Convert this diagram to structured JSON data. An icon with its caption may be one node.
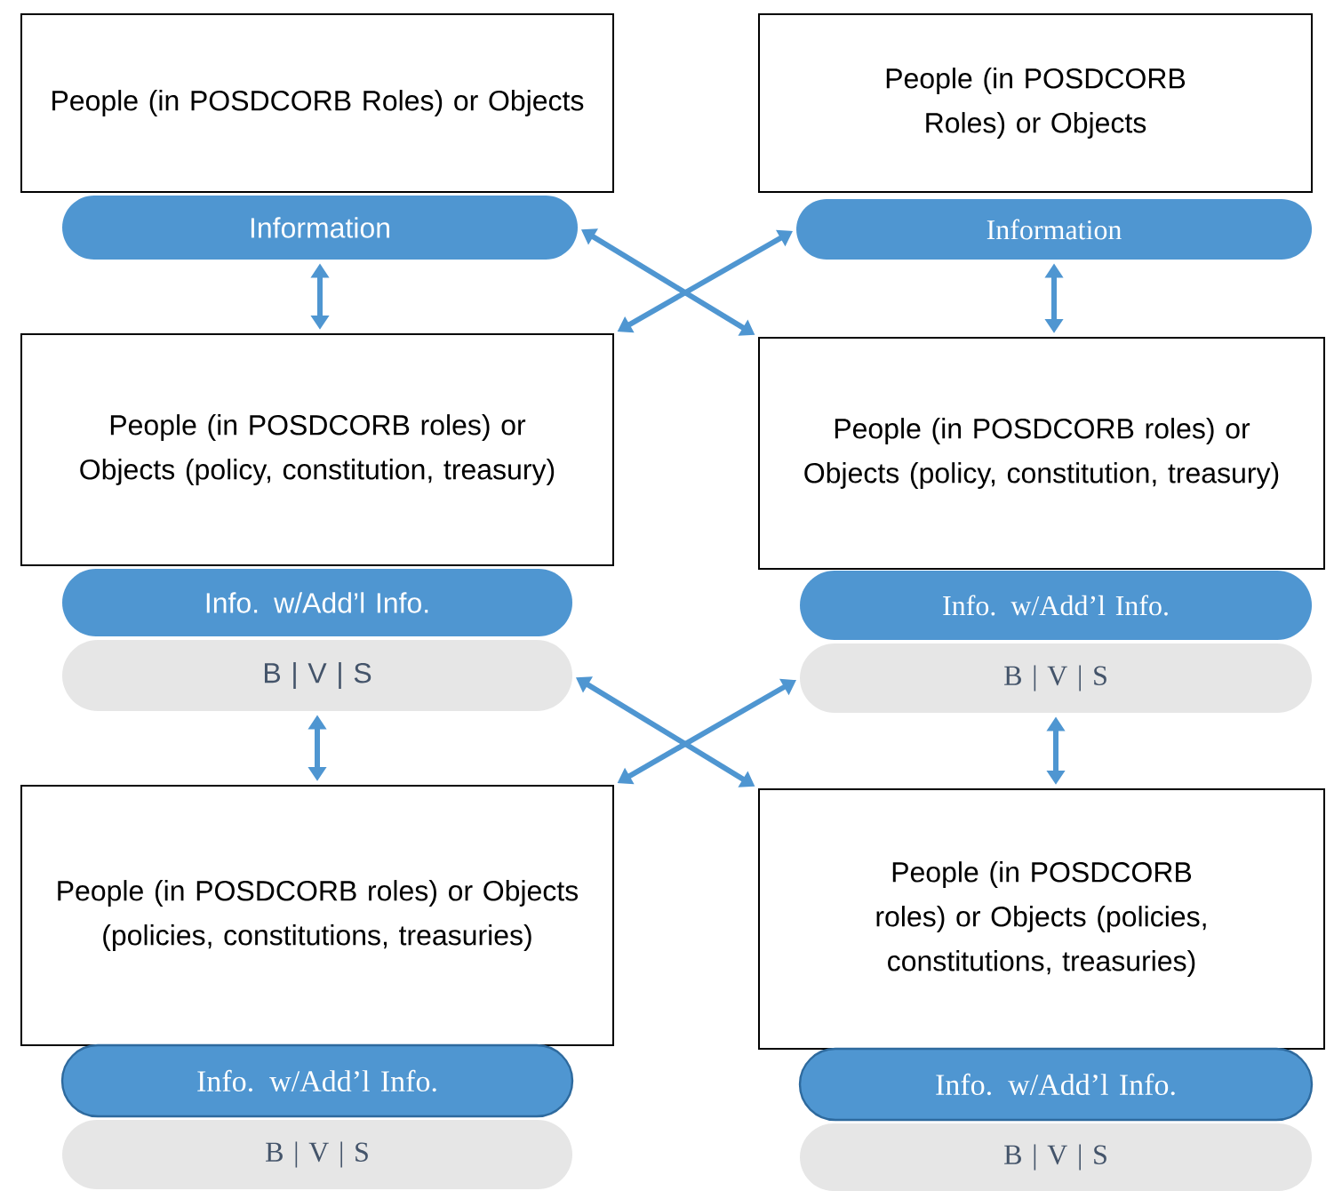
{
  "diagram": {
    "nodes": [
      {
        "text": [
          "People (in POSDCORB Roles) or Objects"
        ]
      },
      {
        "text": [
          "People (in POSDCORB Roles) or Objects"
        ]
      },
      {
        "text": [
          "Information"
        ]
      },
      {
        "text": [
          "Information"
        ]
      },
      {
        "text": [
          "People (in POSDCORB roles) or Objects (policy, constitution, treasury)"
        ]
      },
      {
        "text": [
          "People (in POSDCORB roles) or Objects (policy, constitution, treasury)"
        ]
      },
      {
        "text": [
          "Info. w/Add’l Info."
        ]
      },
      {
        "text": [
          "B | V | S"
        ]
      },
      {
        "text": [
          "Info. w/Add’l Info."
        ]
      },
      {
        "text": [
          "B | V | S"
        ]
      },
      {
        "text": [
          "People (in POSDCORB roles) or Objects (policies, constitutions, treasuries)"
        ]
      },
      {
        "text": [
          "People (in POSDCORB roles) or Objects (policies, constitutions, treasuries)"
        ]
      },
      {
        "text": [
          "Info. w/Add’l Info."
        ]
      },
      {
        "text": [
          "B | V | S"
        ]
      },
      {
        "text": [
          "Info. w/Add’l Info."
        ]
      },
      {
        "text": [
          "B | V | S"
        ]
      }
    ],
    "edges": [
      {
        "from": 2,
        "to": 4,
        "arrow": "both"
      },
      {
        "from": 2,
        "to": 5,
        "arrow": "both"
      },
      {
        "from": 3,
        "to": 4,
        "arrow": "both"
      },
      {
        "from": 3,
        "to": 5,
        "arrow": "both"
      },
      {
        "from": 7,
        "to": 10,
        "arrow": "both"
      },
      {
        "from": 7,
        "to": 11,
        "arrow": "both"
      },
      {
        "from": 9,
        "to": 10,
        "arrow": "both"
      },
      {
        "from": 9,
        "to": 11,
        "arrow": "both"
      }
    ]
  }
}
